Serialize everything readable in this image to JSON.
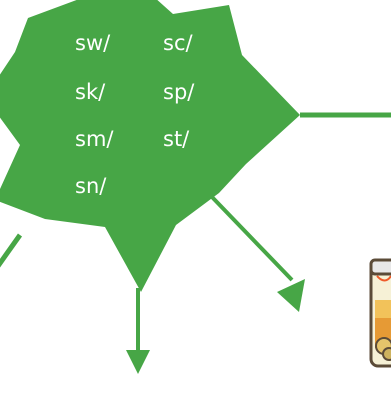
{
  "colors": {
    "star_fill": "#47a646",
    "arrow_color": "#47a646",
    "label_text": "#ffffff",
    "background": "#ffffff"
  },
  "blends": {
    "left_column": [
      "sw/",
      "sk/",
      "sm/",
      "sn/"
    ],
    "right_column": [
      "sc/",
      "sp/",
      "st/"
    ]
  },
  "connectors": [
    {
      "direction": "right",
      "icon": "arrow-line-right"
    },
    {
      "direction": "down",
      "icon": "arrow-down-icon"
    },
    {
      "direction": "down-right",
      "icon": "arrow-down-right-icon"
    },
    {
      "direction": "down-left",
      "icon": "line-down-left"
    }
  ],
  "picture": {
    "icon": "test-tube-icon",
    "visible": "partially cropped at right edge"
  }
}
